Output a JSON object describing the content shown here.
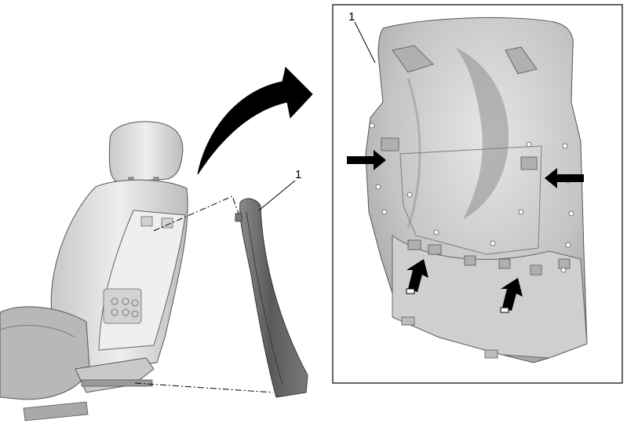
{
  "callouts": {
    "seat_label": "1",
    "detail_label": "1"
  },
  "detail_arrows": [
    {
      "direction": "right"
    },
    {
      "direction": "left"
    },
    {
      "direction": "up-right"
    },
    {
      "direction": "up-right"
    }
  ],
  "colors": {
    "line": "#000000",
    "background": "#ffffff",
    "panel_light": "#dcdcdc",
    "panel_mid": "#b4b4b4",
    "panel_dark": "#6e6e6e"
  }
}
